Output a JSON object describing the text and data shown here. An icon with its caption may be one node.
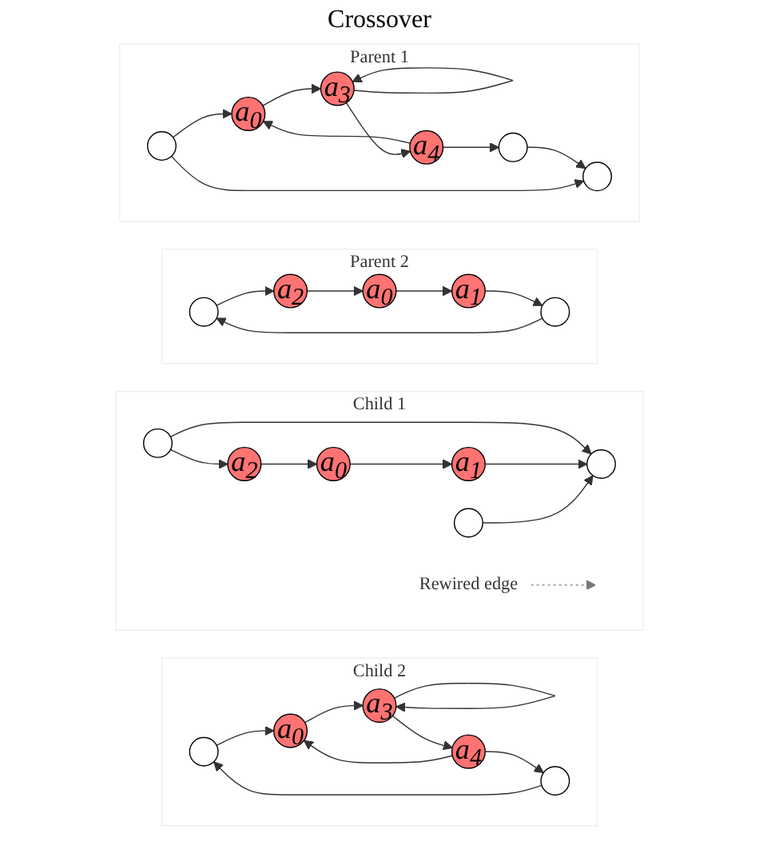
{
  "diagram": {
    "title": "Crossover",
    "nodes": [
      {
        "text": [
          "Parent 1"
        ]
      },
      {
        "text": [],
        "shape": "circle",
        "in": 0
      },
      {
        "text": [
          "a$_{0}$"
        ],
        "in": 0
      },
      {
        "text": [
          "a$_{3}$"
        ],
        "in": 0
      },
      {
        "text": [],
        "shape": "circle",
        "in": 0
      },
      {
        "text": [
          "a$_{4}$"
        ],
        "in": 0
      },
      {
        "text": [],
        "shape": "circle",
        "in": 0
      },
      {
        "text": [
          "Parent 2"
        ]
      },
      {
        "text": [],
        "shape": "circle",
        "in": 7
      },
      {
        "text": [
          "a$_{2}$"
        ],
        "in": 7
      },
      {
        "text": [
          "a$_{0}$"
        ],
        "in": 7
      },
      {
        "text": [],
        "shape": "circle",
        "in": 7
      },
      {
        "text": [
          "a$_{1}$"
        ],
        "in": 7
      },
      {
        "text": [
          "Child 1"
        ]
      },
      {
        "text": [],
        "shape": "circle",
        "in": 13
      },
      {
        "text": [
          "a$_{2}$"
        ],
        "in": 13
      },
      {
        "text": [
          "a$_{0}$"
        ],
        "in": 13
      },
      {
        "text": [],
        "shape": "circle",
        "in": 13
      },
      {
        "text": [
          "a$_{1}$"
        ],
        "in": 13
      },
      {
        "text": [
          "Rewired edge"
        ],
        "in": 13
      },
      {
        "text": [],
        "shape": "circle",
        "in": 13
      },
      {
        "text": [
          "Child 2"
        ]
      },
      {
        "text": [],
        "shape": "circle",
        "in": 21
      },
      {
        "text": [
          "a$_{0}$"
        ],
        "in": 21
      },
      {
        "text": [
          "a$_{3}$"
        ],
        "in": 21
      },
      {
        "text": [],
        "shape": "circle",
        "in": 21
      },
      {
        "text": [
          "a$_{4}$"
        ],
        "in": 21
      }
    ],
    "edges": [
      {
        "from": 1,
        "to": 2,
        "arrow": "to"
      },
      {
        "from": 1,
        "to": 4,
        "arrow": "to"
      },
      {
        "from": 2,
        "to": 3,
        "arrow": "to"
      },
      {
        "from": 3,
        "to": 3,
        "arrow": "to"
      },
      {
        "from": 3,
        "to": 5,
        "arrow": "to"
      },
      {
        "from": 5,
        "to": 2,
        "arrow": "to"
      },
      {
        "from": 5,
        "to": 6,
        "arrow": "to"
      },
      {
        "from": 6,
        "to": 4,
        "arrow": "to"
      },
      {
        "from": 8,
        "to": 9,
        "arrow": "to"
      },
      {
        "from": 9,
        "to": 10,
        "arrow": "to"
      },
      {
        "from": 10,
        "to": 12,
        "arrow": "to"
      },
      {
        "from": 12,
        "to": 11,
        "arrow": "to"
      },
      {
        "from": 11,
        "to": 8,
        "arrow": "to"
      },
      {
        "from": 14,
        "to": 15,
        "arrow": "to"
      },
      {
        "from": 14,
        "to": 17,
        "arrow": "to"
      },
      {
        "from": 15,
        "to": 16,
        "arrow": "to"
      },
      {
        "from": 16,
        "to": 18,
        "arrow": "to"
      },
      {
        "from": 18,
        "to": 17,
        "arrow": "to"
      },
      {
        "from": 20,
        "to": 17,
        "arrow": "to"
      },
      {
        "from": 19,
        "to": null,
        "arrow": "to",
        "style": "dashed",
        "color": "#777777"
      },
      {
        "from": 22,
        "to": 23,
        "arrow": "to"
      },
      {
        "from": 23,
        "to": 24,
        "arrow": "to"
      },
      {
        "from": 24,
        "to": 24,
        "arrow": "to"
      },
      {
        "from": 24,
        "to": 26,
        "arrow": "to"
      },
      {
        "from": 26,
        "to": 23,
        "arrow": "to"
      },
      {
        "from": 26,
        "to": 25,
        "arrow": "to"
      },
      {
        "from": 25,
        "to": 22,
        "arrow": "to"
      }
    ]
  }
}
